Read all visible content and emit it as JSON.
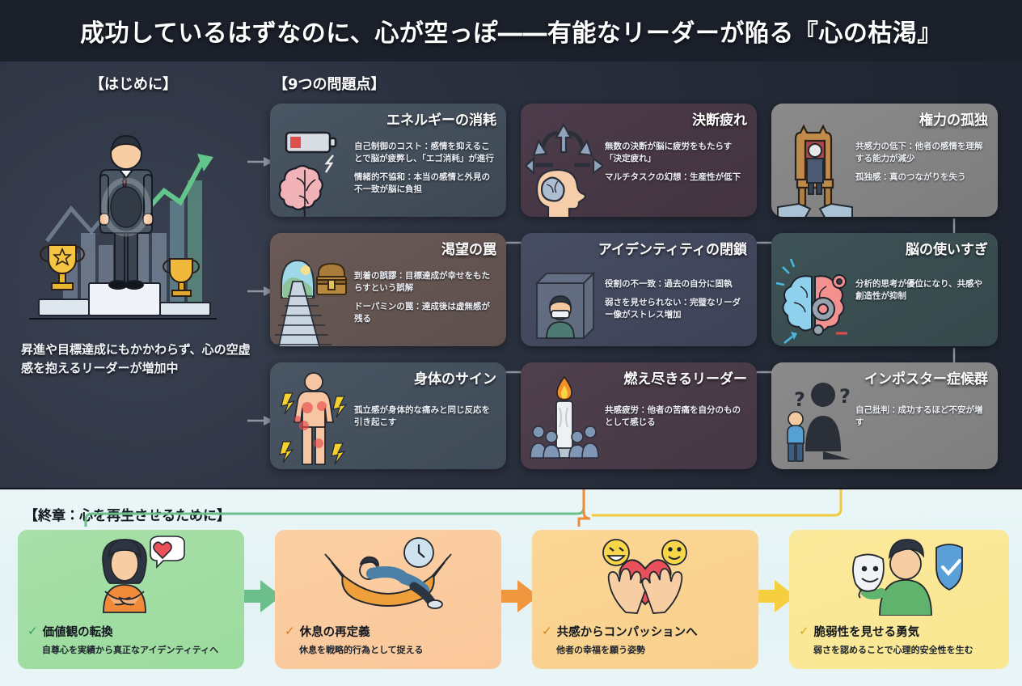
{
  "header": {
    "title": "成功しているはずなのに、心が空っぽ――有能なリーダーが陥る『心の枯渇』"
  },
  "intro": {
    "heading": "【はじめに】",
    "caption": "昇進や目標達成にもかかわらず、心の空虚感を抱えるリーダーが増加中",
    "art_name": "leader-on-podium-illustration"
  },
  "problems": {
    "heading": "【9つの問題点】",
    "cards": [
      {
        "title": "エネルギーの消耗",
        "lines": [
          "自己制御のコスト：感情を抑えることで脳が疲弊し、「エゴ消耗」が進行",
          "情緒的不協和：本当の感情と外見の不一致が脳に負担"
        ],
        "icon": "battery-low-brain-icon",
        "color": "#414c58"
      },
      {
        "title": "決断疲れ",
        "lines": [
          "無数の決断が脳に疲労をもたらす「決定疲れ」",
          "マルチタスクの幻想：生産性が低下"
        ],
        "icon": "head-arrows-icon",
        "color": "#473747"
      },
      {
        "title": "権力の孤独",
        "lines": [
          "共感力の低下：他者の感情を理解する能力が減少",
          "孤独感：真のつながりを失う"
        ],
        "icon": "throne-cracked-ground-icon",
        "color": "#848484"
      },
      {
        "title": "渇望の罠",
        "lines": [
          "到着の誤謬：目標達成が幸せをもたらすという誤解",
          "ドーパミンの罠：達成後は虚無感が残る"
        ],
        "icon": "stairs-treasure-chest-icon",
        "color": "#645451"
      },
      {
        "title": "アイデンティティの閉鎖",
        "lines": [
          "役割の不一致：過去の自分に固執",
          "弱さを見せられない：完璧なリーダー像がストレス増加"
        ],
        "icon": "person-in-glass-box-icon",
        "color": "#42485d"
      },
      {
        "title": "脳の使いすぎ",
        "lines": [
          "分析的思考が優位になり、共感や創造性が抑制"
        ],
        "icon": "split-brain-gears-icon",
        "color": "#3a4e51"
      },
      {
        "title": "身体のサイン",
        "lines": [
          "孤立感が身体的な痛みと同じ反応を引き起こす"
        ],
        "icon": "body-pain-points-icon",
        "color": "#45505d"
      },
      {
        "title": "燃え尽きるリーダー",
        "lines": [
          "共感疲労：他者の苦痛を自分のものとして感じる"
        ],
        "icon": "candle-burning-people-icon",
        "color": "#4a3b48"
      },
      {
        "title": "インポスター症候群",
        "lines": [
          "自己批判：成功するほど不安が増す"
        ],
        "icon": "shadow-doubt-icon",
        "color": "#858585"
      }
    ]
  },
  "solutions": {
    "heading": "【終章：心を再生させるために】",
    "items": [
      {
        "title": "価値観の転換",
        "subtitle": "自尊心を実績から真正なアイデンティティへ",
        "check": "✓",
        "check_color": "#2f9e5e",
        "bg": "#a4dea6",
        "art_name": "woman-self-hug-heart-illustration"
      },
      {
        "title": "休息の再定義",
        "subtitle": "休息を戦略的行為として捉える",
        "check": "✓",
        "check_color": "#e1741f",
        "bg": "#fbcda0",
        "art_name": "person-hammock-clock-illustration"
      },
      {
        "title": "共感からコンパッションへ",
        "subtitle": "他者の幸福を願う姿勢",
        "check": "✓",
        "check_color": "#d98318",
        "bg": "#fbd492",
        "art_name": "hands-holding-heart-smileys-illustration"
      },
      {
        "title": "脆弱性を見せる勇気",
        "subtitle": "弱さを認めることで心理的安全性を生む",
        "check": "✓",
        "check_color": "#d8a81c",
        "bg": "#fbe898",
        "art_name": "man-mask-shield-illustration"
      }
    ]
  },
  "connectors": {
    "green": "#6cbf8b",
    "orange": "#ef8c3a",
    "yellow": "#f0c93c",
    "grey": "#8d95a0"
  }
}
